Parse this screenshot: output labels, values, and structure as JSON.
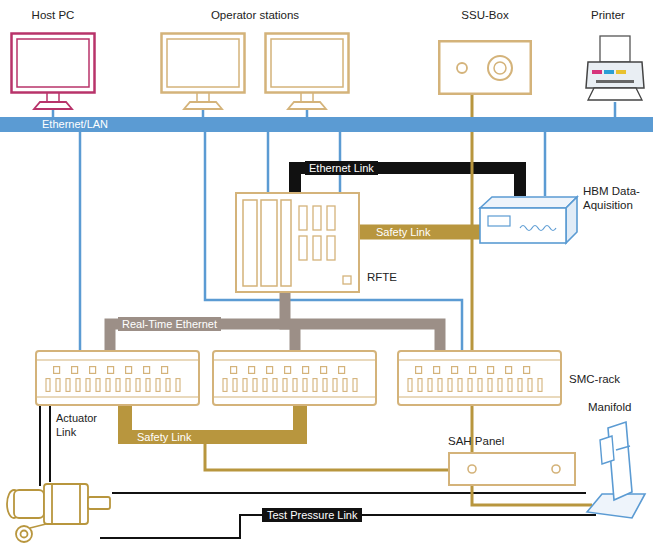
{
  "diagram": {
    "nodes": [
      {
        "text": [
          "Host PC"
        ]
      },
      {
        "text": [
          "Operator stations"
        ]
      },
      {
        "text": [
          "SSU-Box"
        ]
      },
      {
        "text": [
          "Printer"
        ]
      },
      {
        "text": [
          "Ethernet/LAN"
        ]
      },
      {
        "text": [
          "RFTE"
        ]
      },
      {
        "text": [
          "HBM Data- Aquisition"
        ]
      },
      {
        "text": [
          "SMC-rack"
        ]
      },
      {
        "text": [
          "SAH Panel"
        ]
      },
      {
        "text": [
          "Manifold"
        ]
      }
    ],
    "edges": [
      {
        "from": 0,
        "to": 4,
        "arrow": "none"
      },
      {
        "from": 1,
        "to": 4,
        "arrow": "none"
      },
      {
        "from": 3,
        "to": 4,
        "arrow": "none"
      },
      {
        "from": 4,
        "to": 5,
        "arrow": "none"
      },
      {
        "from": 4,
        "to": 6,
        "arrow": "none"
      },
      {
        "from": 4,
        "to": 7,
        "arrow": "none"
      },
      {
        "from": 5,
        "to": 6,
        "label": "Ethernet Link",
        "arrow": "none"
      },
      {
        "from": 5,
        "to": 6,
        "label": "Safety Link",
        "arrow": "none"
      },
      {
        "from": 5,
        "to": 7,
        "label": "Real-Time Ethernet",
        "arrow": "none"
      },
      {
        "from": 2,
        "to": 8,
        "arrow": "none"
      },
      {
        "from": 8,
        "to": 9,
        "arrow": "none"
      }
    ],
    "labels": [
      "Actuator Link",
      "Safety Link",
      "Test Pressure Link"
    ]
  }
}
